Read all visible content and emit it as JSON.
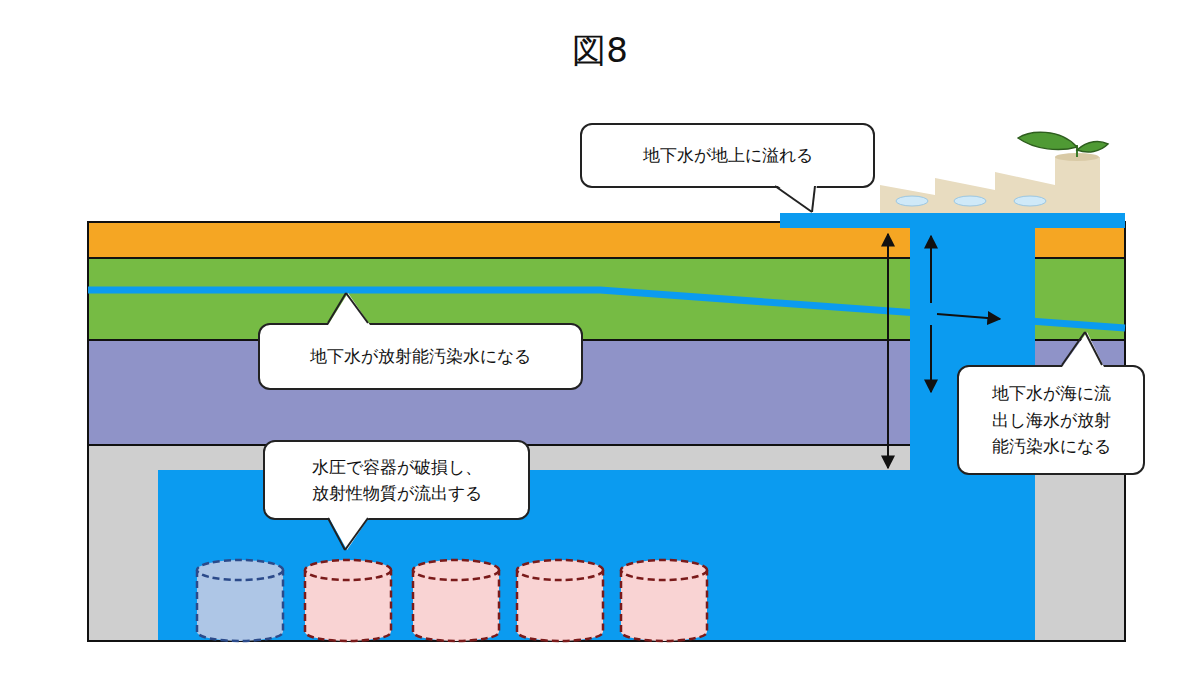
{
  "diagram": {
    "title": "図8",
    "nodes": [
      {
        "text": [
          "地下水が地上に溢れる"
        ]
      },
      {
        "text": [
          "地下水が放射能汚染水になる"
        ]
      },
      {
        "text": [
          "地下水が海に流 出し海水が放射 能汚染水になる"
        ]
      },
      {
        "text": [
          "水圧で容器が破損し、 放射性物質が流出する"
        ]
      }
    ]
  }
}
